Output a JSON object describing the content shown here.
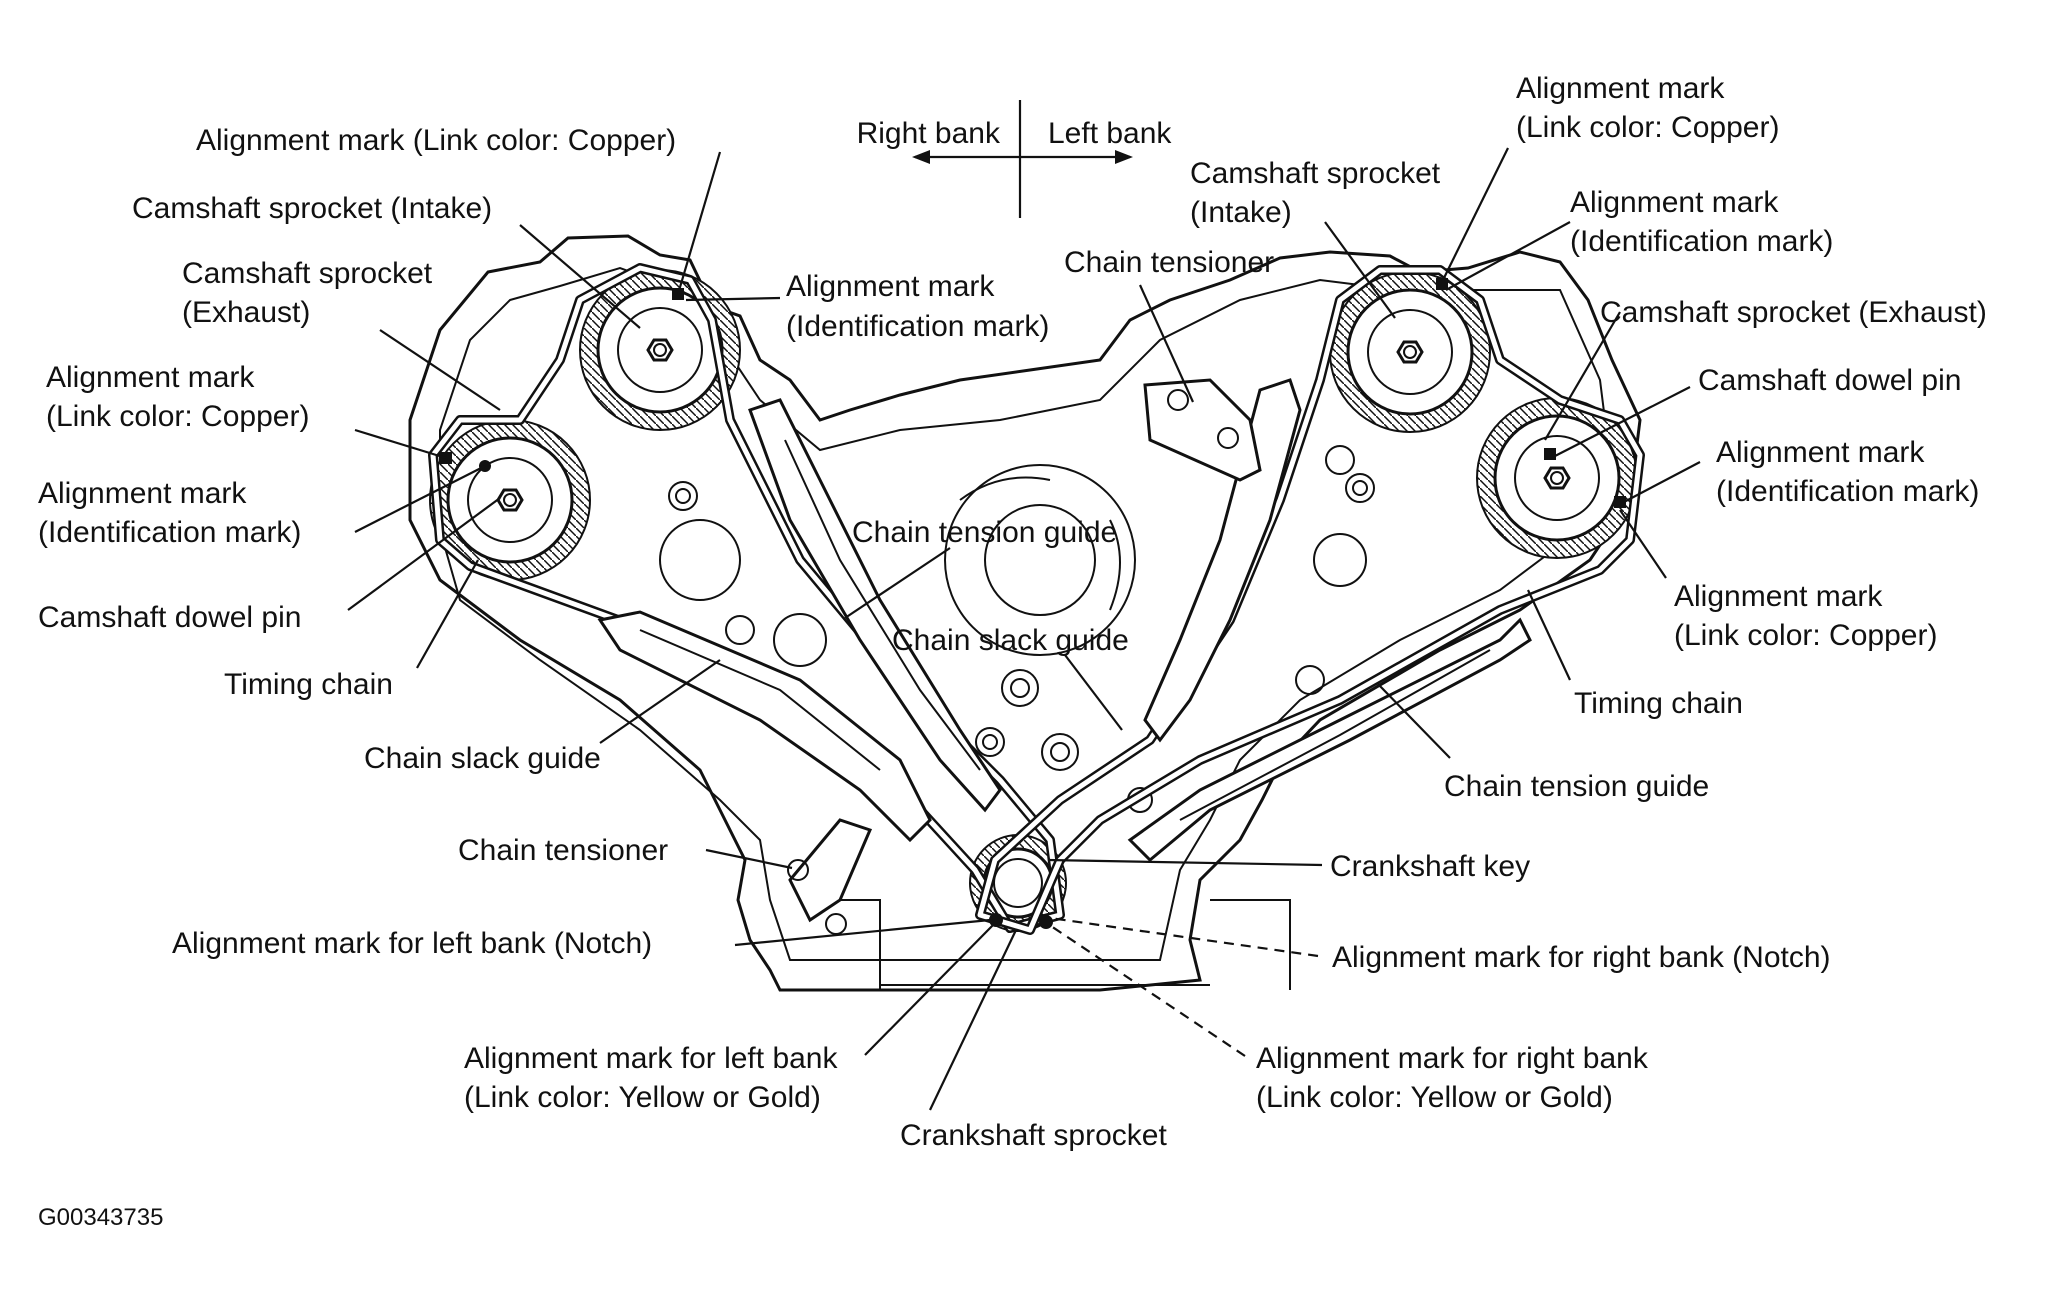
{
  "diagram": {
    "direction": {
      "right_bank": "Right bank",
      "left_bank": "Left bank"
    },
    "labels": {
      "l_align_copper_top": "Alignment mark (Link color: Copper)",
      "l_cam_intake": "Camshaft sprocket (Intake)",
      "l_cam_exhaust_1": "Camshaft sprocket",
      "l_cam_exhaust_2": "(Exhaust)",
      "l_align_copper_1": "Alignment mark",
      "l_align_copper_2": "(Link color: Copper)",
      "l_align_ident_1": "Alignment mark",
      "l_align_ident_2": "(Identification mark)",
      "l_dowel": "Camshaft dowel pin",
      "l_timing_chain": "Timing chain",
      "l_slack_guide": "Chain slack guide",
      "l_tensioner": "Chain tensioner",
      "l_align_left_notch": "Alignment mark for left bank (Notch)",
      "l_align_left_yellow_1": "Alignment mark for left bank",
      "l_align_left_yellow_2": "(Link color: Yellow or Gold)",
      "c_align_ident_1": "Alignment mark",
      "c_align_ident_2": "(Identification mark)",
      "c_tension_guide": "Chain tension guide",
      "c_slack_guide": "Chain slack guide",
      "c_crank_sprocket": "Crankshaft sprocket",
      "r_cam_intake_1": "Camshaft sprocket",
      "r_cam_intake_2": "(Intake)",
      "r_tensioner": "Chain tensioner",
      "r_align_copper_top_1": "Alignment mark",
      "r_align_copper_top_2": "(Link color: Copper)",
      "r_align_ident_top_1": "Alignment mark",
      "r_align_ident_top_2": "(Identification mark)",
      "r_cam_exhaust": "Camshaft sprocket (Exhaust)",
      "r_dowel": "Camshaft dowel pin",
      "r_align_ident_1": "Alignment mark",
      "r_align_ident_2": "(Identification mark)",
      "r_align_copper_1": "Alignment mark",
      "r_align_copper_2": "(Link color: Copper)",
      "r_timing_chain": "Timing chain",
      "r_tension_guide": "Chain tension guide",
      "r_crank_key": "Crankshaft key",
      "r_align_right_notch": "Alignment mark for right bank (Notch)",
      "r_align_right_yellow_1": "Alignment mark for right bank",
      "r_align_right_yellow_2": "(Link color: Yellow or Gold)"
    },
    "figure_code": "G00343735"
  }
}
